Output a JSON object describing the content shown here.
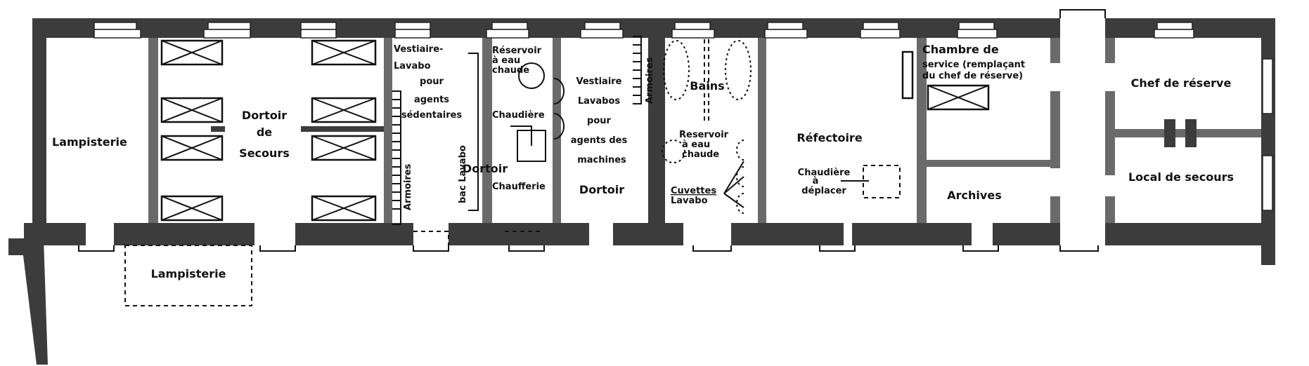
{
  "title": "Floor plan",
  "labels": {
    "lampisterie": "Lampisterie",
    "lampisterie_annex": "Lampisterie",
    "dortoir_secours": [
      "Dortoir",
      "de",
      "Secours"
    ],
    "armoires": "Armoires",
    "vestiaire_sedentaires": [
      "Vestiaire-",
      "Lavabo",
      "pour",
      "agents",
      "sédentaires"
    ],
    "bac_lavabo": "bac Lavabo",
    "dortoir_split": "Dortoir",
    "reservoir_1": [
      "Réservoir",
      "à eau",
      "chaude"
    ],
    "chaudiere": "Chaudière",
    "chaufferie": "Chaufferie",
    "vestiaire_machines": [
      "Vestiaire",
      "Lavabos",
      "pour",
      "agents des",
      "machines"
    ],
    "dortoir_machines": "Dortoir",
    "armoires_2": "Armoires",
    "bains": "Bains",
    "reservoir_2": [
      "Reservoir",
      "à eau",
      "chaude"
    ],
    "cuvettes": [
      "Cuvettes",
      "Lavabo"
    ],
    "refectoire": "Réfectoire",
    "chaudiere_deplacer": [
      "Chaudière",
      "à",
      "déplacer"
    ],
    "chambre_service": [
      "Chambre de",
      "service (remplaçant",
      "du chef de réserve)"
    ],
    "archives": "Archives",
    "chef_reserve": "Chef de réserve",
    "local_secours": "Local de secours"
  }
}
